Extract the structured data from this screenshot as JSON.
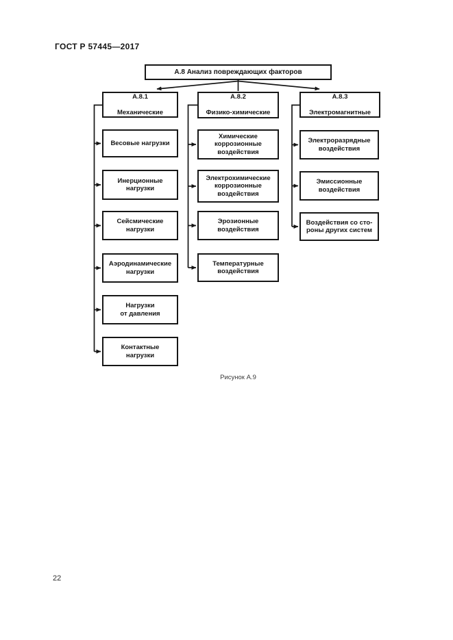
{
  "page": {
    "doc_header": "ГОСТ Р 57445—2017",
    "page_number": "22"
  },
  "figure": {
    "caption": "Рисунок А.9"
  },
  "diagram": {
    "root_label": "А.8 Анализ повреждающих факторов",
    "columns": [
      {
        "code": "А.8.1",
        "title": "Механические",
        "items": [
          "Весовые нагрузки",
          "Инерционные\nнагрузки",
          "Сейсмические\nнагрузки",
          "Аэродинамические\nнагрузки",
          "Нагрузки\nот давления",
          "Контактные\nнагрузки"
        ]
      },
      {
        "code": "А.8.2",
        "title": "Физико-химические",
        "items": [
          "Химические\nкоррозионные\nвоздействия",
          "Электрохимические\nкоррозионные\nвоздействия",
          "Эрозионные\nвоздействия",
          "Температурные\nвоздействия"
        ]
      },
      {
        "code": "А.8.3",
        "title": "Электромагнитные",
        "items": [
          "Электроразрядные\nвоздействия",
          "Эмиссионные\nвоздействия",
          "Воздействия со сто-\nроны других систем"
        ]
      }
    ]
  }
}
